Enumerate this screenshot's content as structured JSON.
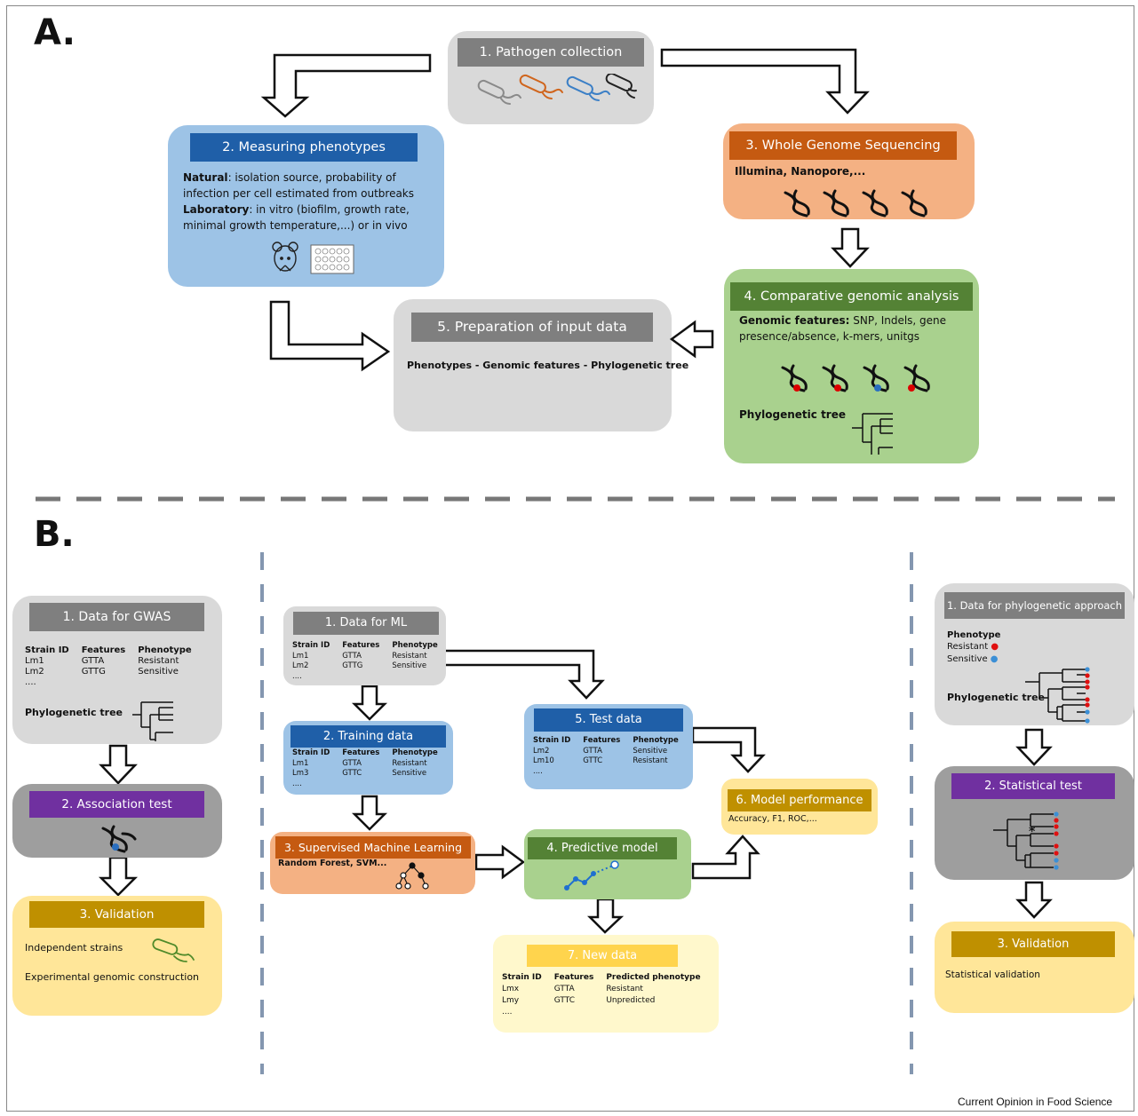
{
  "panelA": {
    "label": "A.",
    "pathogen": {
      "title": "1. Pathogen collection"
    },
    "phenotypes": {
      "title": "2. Measuring phenotypes",
      "natural_key": "Natural",
      "natural_text": ": isolation source, probability of",
      "natural_text2": "infection per cell estimated from  outbreaks",
      "lab_key": "Laboratory",
      "lab_text": ": in vitro (biofilm, growth rate,",
      "lab_text2": "minimal growth temperature,...) or in vivo"
    },
    "wgs": {
      "title": "3. Whole Genome Sequencing",
      "text": "Illumina, Nanopore,..."
    },
    "comparative": {
      "title": "4. Comparative genomic analysis",
      "features_key": "Genomic features:",
      "features_text": " SNP, Indels, gene",
      "features_text2": "presence/absence,  k-mers,  unitgs",
      "tree_label": "Phylogenetic tree"
    },
    "input": {
      "title": "5. Preparation of input data",
      "text": "Phenotypes  -  Genomic features - Phylogenetic tree"
    }
  },
  "panelB": {
    "label": "B.",
    "gwas": {
      "title": "1. Data for GWAS",
      "headers": [
        "Strain ID",
        "Features",
        "Phenotype"
      ],
      "rows": [
        [
          "Lm1",
          "GTTA",
          "Resistant"
        ],
        [
          "Lm2",
          "GTTG",
          "Sensitive"
        ],
        [
          "....",
          "",
          ""
        ]
      ],
      "tree_label": "Phylogenetic tree",
      "assoc_title": "2. Association test",
      "valid_title": "3. Validation",
      "valid_text1": "Independent strains",
      "valid_text2": "Experimental genomic construction"
    },
    "ml": {
      "data": {
        "title": "1. Data for ML",
        "headers": [
          "Strain ID",
          "Features",
          "Phenotype"
        ],
        "rows": [
          [
            "Lm1",
            "GTTA",
            "Resistant"
          ],
          [
            "Lm2",
            "GTTG",
            "Sensitive"
          ],
          [
            "....",
            "",
            ""
          ]
        ]
      },
      "training": {
        "title": "2. Training data",
        "headers": [
          "Strain ID",
          "Features",
          "Phenotype"
        ],
        "rows": [
          [
            "Lm1",
            "GTTA",
            "Resistant"
          ],
          [
            "Lm3",
            "GTTC",
            "Sensitive"
          ],
          [
            "....",
            "",
            ""
          ]
        ]
      },
      "supervised": {
        "title": "3. Supervised Machine Learning",
        "text": "Random Forest, SVM..."
      },
      "predictive": {
        "title": "4. Predictive model"
      },
      "test": {
        "title": "5. Test data",
        "headers": [
          "Strain ID",
          "Features",
          "Phenotype"
        ],
        "rows": [
          [
            "Lm2",
            "GTTA",
            "Sensitive"
          ],
          [
            "Lm10",
            "GTTC",
            "Resistant"
          ],
          [
            "....",
            "",
            ""
          ]
        ]
      },
      "performance": {
        "title": "6. Model performance",
        "text": "Accuracy, F1, ROC,..."
      },
      "newdata": {
        "title": "7. New data",
        "headers": [
          "Strain ID",
          "Features",
          "Predicted phenotype"
        ],
        "rows": [
          [
            "Lmx",
            "GTTA",
            "Resistant"
          ],
          [
            "Lmy",
            "GTTC",
            "Unpredicted"
          ],
          [
            "....",
            "",
            ""
          ]
        ]
      }
    },
    "phylo": {
      "title": "1. Data for phylogenetic approach",
      "pheno_label": "Phenotype",
      "resistant": "Resistant",
      "sensitive": "Sensitive",
      "tree_label": "Phylogenetic tree",
      "stat_title": "2. Statistical test",
      "valid_title": "3. Validation",
      "valid_text": "Statistical validation"
    }
  },
  "footer": "Current Opinion in Food Science",
  "colors": {
    "grey_box": "#d9d9d9",
    "grey_hdr": "#7f7f7f",
    "blue_box": "#9dc3e6",
    "blue_hdr": "#1f5fa8",
    "orange_box": "#f4b183",
    "orange_hdr": "#c55a11",
    "green_box": "#a9d18e",
    "green_hdr": "#548235",
    "yellow_box": "#ffe699",
    "yellow_hdr": "#bf9000",
    "purple_hdr": "#7030a0",
    "dark_grey_box": "#9e9e9e",
    "red_dot": "#e01010",
    "blue_dot": "#3b8fd6"
  }
}
